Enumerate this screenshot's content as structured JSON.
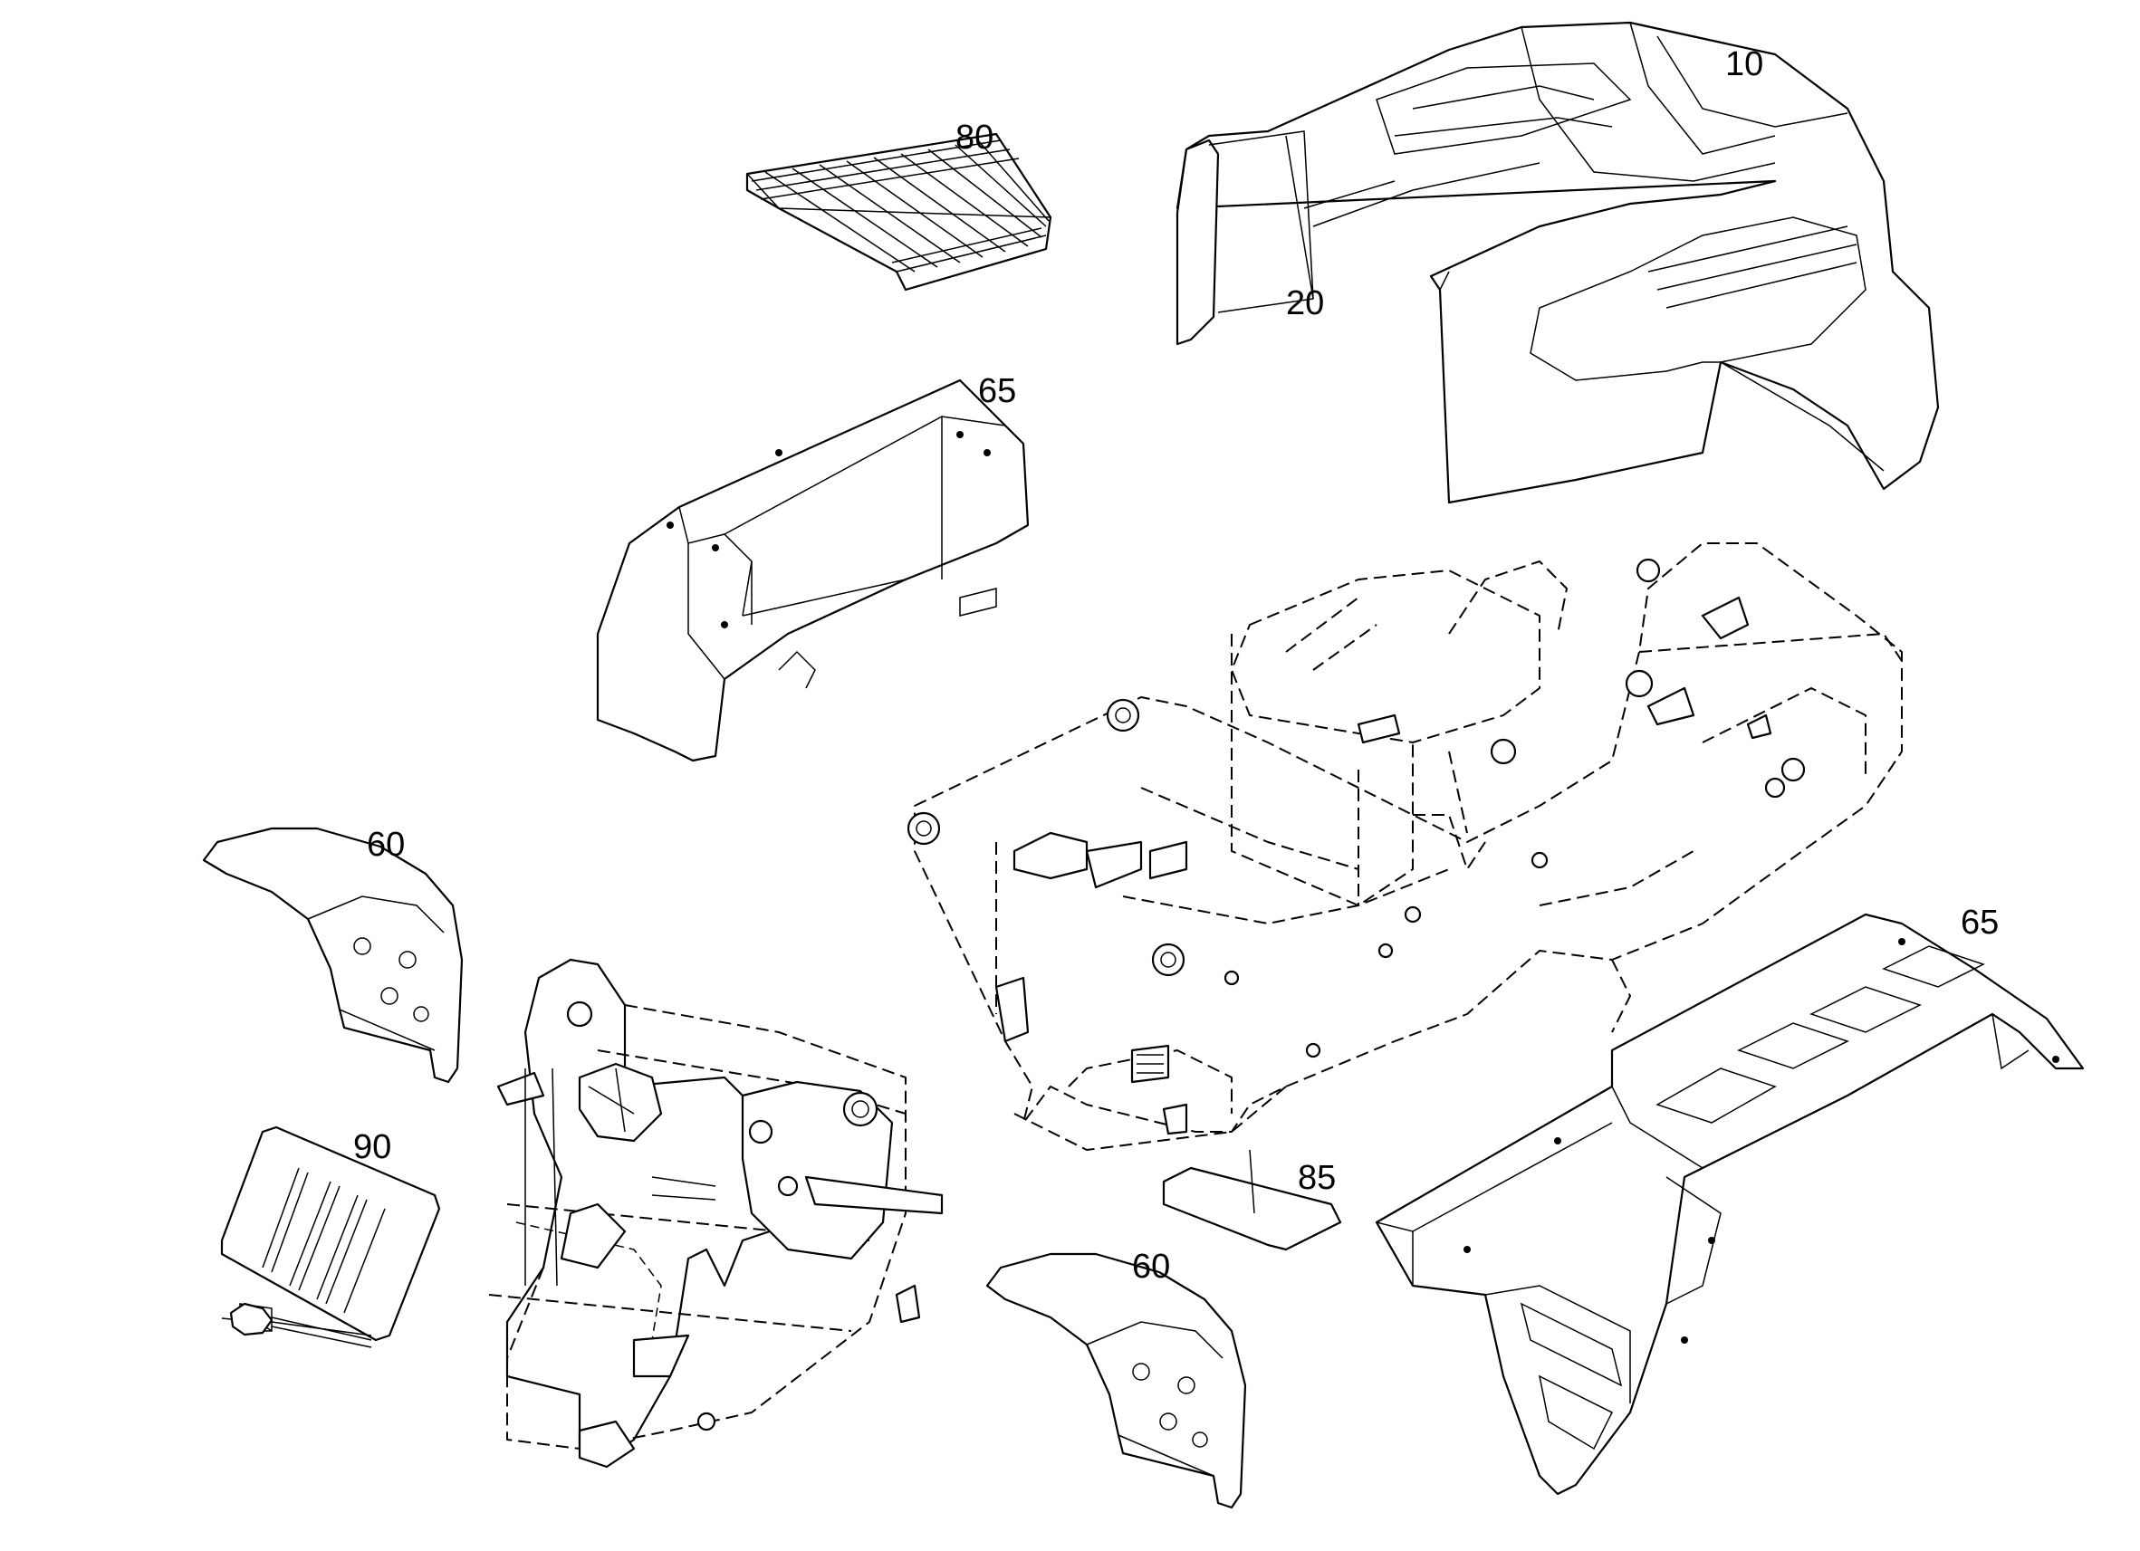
{
  "callouts": [
    {
      "id": "c10",
      "label": "10"
    },
    {
      "id": "c20",
      "label": "20"
    },
    {
      "id": "c80",
      "label": "80"
    },
    {
      "id": "c65a",
      "label": "65"
    },
    {
      "id": "c60a",
      "label": "60"
    },
    {
      "id": "c90",
      "label": "90"
    },
    {
      "id": "c65b",
      "label": "65"
    },
    {
      "id": "c85",
      "label": "85"
    },
    {
      "id": "c60b",
      "label": "60"
    }
  ]
}
